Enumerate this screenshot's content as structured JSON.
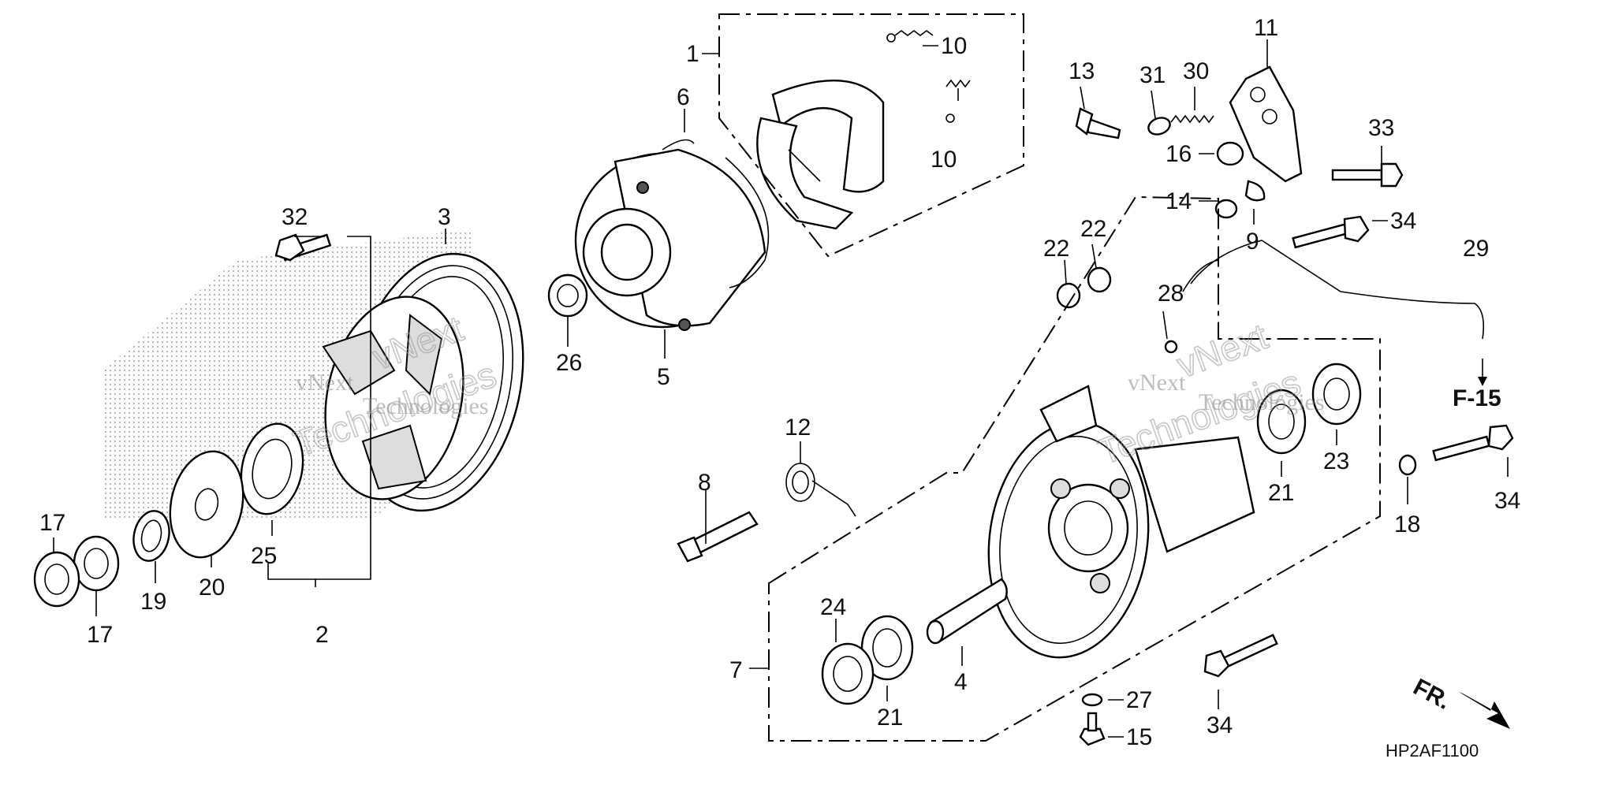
{
  "diagram": {
    "callouts": {
      "c1": "1",
      "c2": "2",
      "c3": "3",
      "c4": "4",
      "c5": "5",
      "c6": "6",
      "c7": "7",
      "c8": "8",
      "c9": "9",
      "c10a": "10",
      "c10b": "10",
      "c11": "11",
      "c12": "12",
      "c13": "13",
      "c14": "14",
      "c15": "15",
      "c16": "16",
      "c17a": "17",
      "c17b": "17",
      "c18": "18",
      "c19": "19",
      "c20": "20",
      "c21a": "21",
      "c21b": "21",
      "c22a": "22",
      "c22b": "22",
      "c23": "23",
      "c24": "24",
      "c25": "25",
      "c26": "26",
      "c27": "27",
      "c28": "28",
      "c29": "29",
      "c30": "30",
      "c31": "31",
      "c32": "32",
      "c33": "33",
      "c34a": "34",
      "c34b": "34",
      "c34c": "34"
    },
    "ref_label": "F-15",
    "front_label": "FR.",
    "drawing_code": "HP2AF1100",
    "watermarks": {
      "wm1_a": "vNext",
      "wm1_b": "Technologies",
      "wm2_a": "vNext",
      "wm2_b": "Technologies"
    }
  }
}
